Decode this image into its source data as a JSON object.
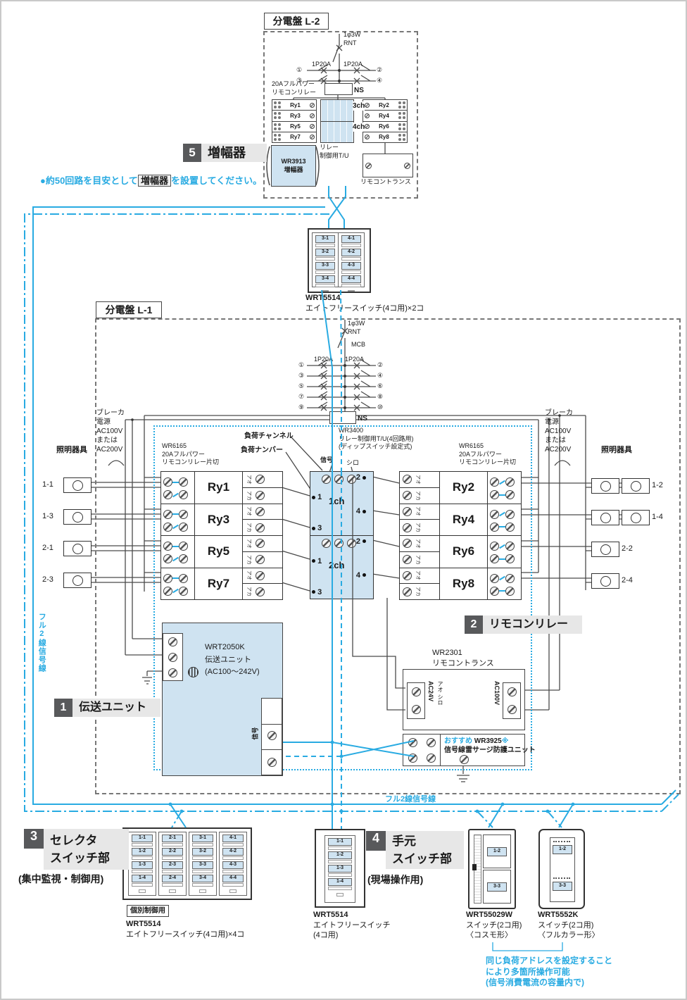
{
  "colors": {
    "accent": "#29abe2",
    "fill_blue": "#cfe3f1",
    "badge_bg": "#58595b",
    "label_bg": "#e7e7e7"
  },
  "l2": {
    "title": "分電盤 L-2",
    "feed": "1φ3W\nRNT",
    "bk1": "1P20A",
    "bk2": "1P20A",
    "c1": "①",
    "c2": "②",
    "c3": "③",
    "c4": "④",
    "ns": "NS",
    "relay_header": "20Aフルパワー\nリモコンリレー",
    "left_relays": [
      "Ry1",
      "Ry3",
      "Ry5",
      "Ry7"
    ],
    "right_relays": [
      "Ry2",
      "Ry4",
      "Ry6",
      "Ry8"
    ],
    "ch3": "3ch",
    "ch4": "4ch",
    "tu_label": "リレー\n制御用T/U",
    "amp_model": "WR3913\n増幅器",
    "trans_label": "リモコントランス",
    "badge_num": "5",
    "badge_label": "増幅器",
    "note_pre": "●約50回路を目安として",
    "note_box": "増幅器",
    "note_post": "を設置してください。"
  },
  "sw_top": {
    "col1": [
      "3-1",
      "3-2",
      "3-3",
      "3-4"
    ],
    "col2": [
      "4-1",
      "4-2",
      "4-3",
      "4-4"
    ],
    "model": "WRT5514",
    "desc": "エイトフリースイッチ(4コ用)×2コ"
  },
  "l1": {
    "title": "分電盤 L-1",
    "feed": "1φ3W\nRNT",
    "mcb": "MCB",
    "bk1": "1P20A",
    "bk2": "1P20A",
    "ns": "NS",
    "cl": [
      "①",
      "③",
      "⑤",
      "⑦",
      "⑨"
    ],
    "cr": [
      "②",
      "④",
      "⑥",
      "⑧",
      "⑩"
    ],
    "breaker_note": "ブレーカ\n電源\nAC100V\nまたは\nAC200V",
    "fixture_left": "照明器具",
    "fixture_right": "照明器具",
    "lamps_left": [
      "1-1",
      "1-3",
      "2-1",
      "2-3"
    ],
    "lamps_right": [
      "1-2",
      "1-4",
      "2-2",
      "2-4"
    ],
    "block_header": "WR6165\n20Aフルパワー\nリモコンリレー片切",
    "relays_left": [
      "Ry1",
      "Ry3",
      "Ry5",
      "Ry7"
    ],
    "relays_right": [
      "Ry2",
      "Ry4",
      "Ry6",
      "Ry8"
    ],
    "tag_top": "アオ",
    "tag_bottom": "アカ",
    "load_ch": "負荷チャンネル",
    "load_no": "負荷ナンバー",
    "tu_header": "WR3400\nリレー制御用T/U(4回路用)\n(ディップスイッチ設定式)",
    "sig": "信号",
    "shiro": "シロ",
    "ch1": "1ch",
    "ch2": "2ch",
    "t1": "1",
    "t2": "2",
    "t3": "3",
    "t4": "4",
    "tx_text": "WRT2050K\n伝送ユニット\n(AC100〜242V)",
    "tx_sig": "信号",
    "badge1_num": "1",
    "badge1_label": "伝送ユニット",
    "badge2_num": "2",
    "badge2_label": "リモコンリレー",
    "trans_header": "WR2301\nリモコントランス",
    "ac24": "AC24V",
    "aoshiro": "アオ シロ",
    "ac100": "AC100V",
    "surge_rec": "おすすめ",
    "surge_model": " WR3925",
    "surge_mark": "※",
    "surge_name": "信号線雷サージ防護ユニット",
    "full2_v": "フル2線信号線",
    "full2_h": "フル2線信号線"
  },
  "bottom": {
    "badge3_num": "3",
    "badge3_label": "セレクタ\nスイッチ部",
    "badge3_sub": "(集中監視・制御用)",
    "sel_cols": [
      [
        "1-1",
        "1-2",
        "1-3",
        "1-4"
      ],
      [
        "2-1",
        "2-2",
        "2-3",
        "2-4"
      ],
      [
        "3-1",
        "3-2",
        "3-3",
        "3-4"
      ],
      [
        "4-1",
        "4-2",
        "4-3",
        "4-4"
      ]
    ],
    "sel_tag": "個別制御用",
    "sel_model": "WRT5514",
    "sel_desc": "エイトフリースイッチ(4コ用)×4コ",
    "hand_btns": [
      "1-1",
      "1-2",
      "1-3",
      "1-4"
    ],
    "hand_model": "WRT5514",
    "hand_desc": "エイトフリースイッチ\n(4コ用)",
    "badge4_num": "4",
    "badge4_label": "手元\nスイッチ部",
    "badge4_sub": "(現場操作用)",
    "cosmo_btns": [
      "1-2",
      "3-3"
    ],
    "cosmo_model": "WRT55029W",
    "cosmo_desc": "スイッチ(2コ用)\n〈コスモ形〉",
    "fc_btns": [
      "1-2",
      "3-3"
    ],
    "fc_model": "WRT5552K",
    "fc_desc": "スイッチ(2コ用)\n〈フルカラー形〉",
    "multi_note": "同じ負荷アドレスを設定すること\nにより多箇所操作可能\n(信号消費電流の容量内で)"
  }
}
